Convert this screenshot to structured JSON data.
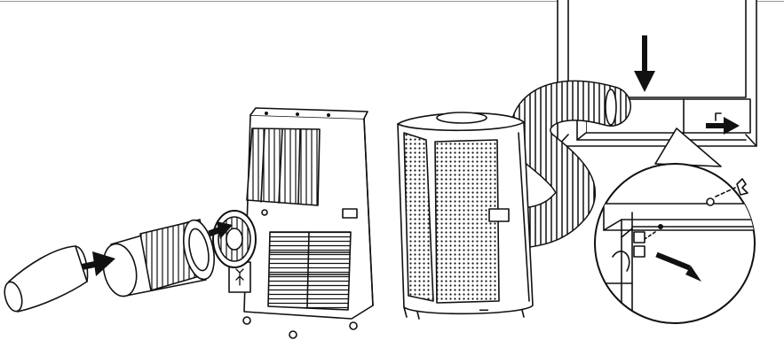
{
  "figure": {
    "kind": "installation-illustration",
    "caption": "",
    "parts": [
      "window-slider-adapter",
      "exhaust-hose",
      "hose-connector-rear",
      "unit-rear-view",
      "unit-front-view",
      "window-kit-panel",
      "detail-zoom-circle"
    ],
    "icons": [
      "arrow-right-icon",
      "arrow-down-icon",
      "wing-screw-icon",
      "screw-icon"
    ]
  }
}
